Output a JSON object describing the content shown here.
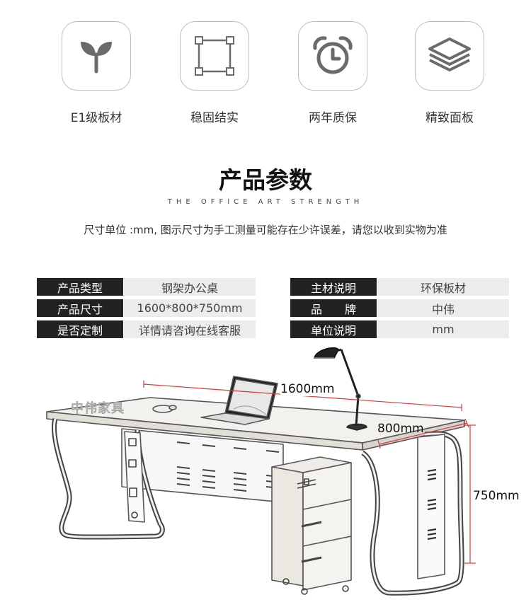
{
  "features": [
    {
      "label": "E1级板材",
      "icon": "sprout-icon"
    },
    {
      "label": "稳固结实",
      "icon": "frame-corners-icon"
    },
    {
      "label": "两年质保",
      "icon": "alarm-clock-icon"
    },
    {
      "label": "精致面板",
      "icon": "layers-icon"
    }
  ],
  "section": {
    "title": "产品参数",
    "subtitle": "THE OFFICE ART STRENGTH",
    "note": "尺寸单位 :mm, 图示尺寸为手工测量可能存在少许误差，请您以收到实物为准"
  },
  "specs_left": [
    {
      "key": "产品类型",
      "value": "钢架办公桌"
    },
    {
      "key": "产品尺寸",
      "value": "1600*800*750mm"
    },
    {
      "key": "是否定制",
      "value": "详情请咨询在线客服"
    }
  ],
  "specs_right": [
    {
      "key": "主材说明",
      "value": "环保板材"
    },
    {
      "key": "品　　牌",
      "value": "中伟"
    },
    {
      "key": "单位说明",
      "value": "mm"
    }
  ],
  "dimensions": {
    "length": "1600mm",
    "depth": "800mm",
    "height": "750mm"
  },
  "watermark": "中伟家具",
  "colors": {
    "accent_line": "#d33c3c",
    "label_bg": "#222222",
    "value_bg": "#ececec"
  }
}
